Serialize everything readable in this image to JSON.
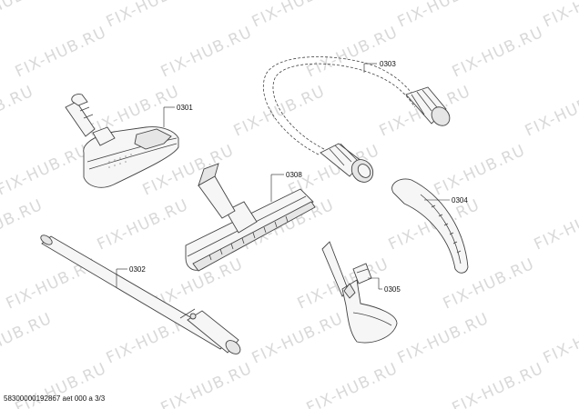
{
  "watermark": "FIX-HUB.RU",
  "parts": [
    {
      "id": "p0301",
      "label": "0301"
    },
    {
      "id": "p0302",
      "label": "0302"
    },
    {
      "id": "p0303",
      "label": "0303"
    },
    {
      "id": "p0304",
      "label": "0304"
    },
    {
      "id": "p0305",
      "label": "0305"
    },
    {
      "id": "p0308",
      "label": "0308"
    }
  ],
  "footer": "58300000192867 aet 000 a 3/3"
}
